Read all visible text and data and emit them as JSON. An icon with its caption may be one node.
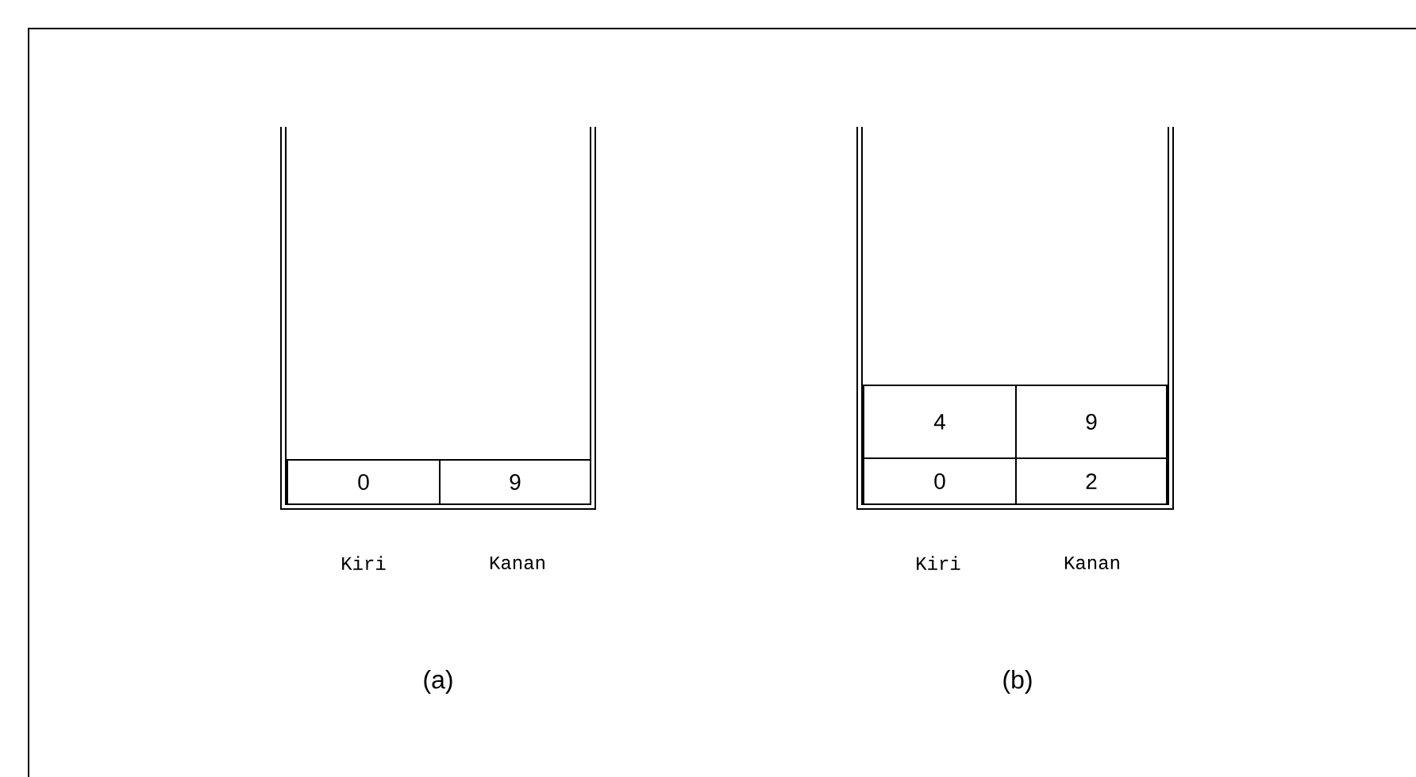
{
  "diagram": {
    "nodes": [
      {
        "text": [
          "0"
        ]
      },
      {
        "text": [
          "9"
        ]
      },
      {
        "text": [
          "4"
        ]
      },
      {
        "text": [
          "9"
        ]
      },
      {
        "text": [
          "0"
        ]
      },
      {
        "text": [
          "2"
        ]
      }
    ],
    "labels": [
      "Kiri",
      "Kanan",
      "Kiri",
      "Kanan",
      "(a)",
      "(b)"
    ]
  }
}
